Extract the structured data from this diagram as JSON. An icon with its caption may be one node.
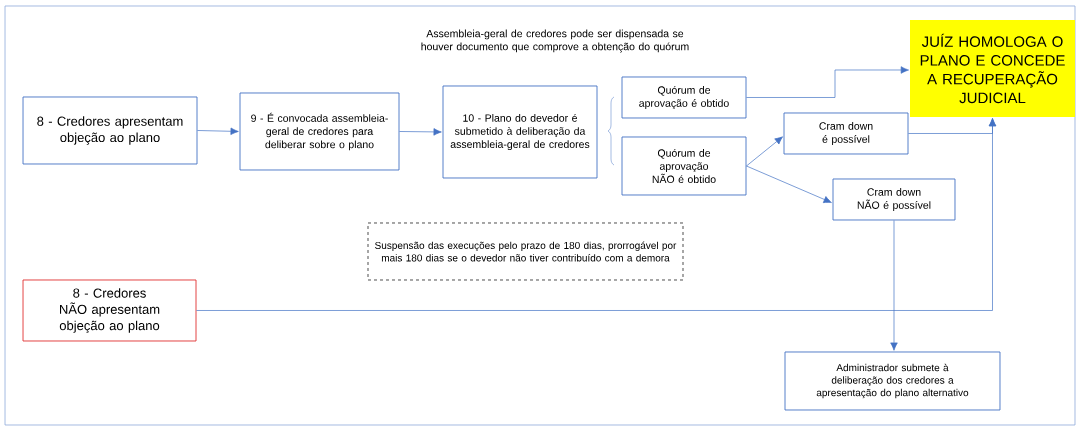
{
  "diagram": {
    "nodes": [
      {
        "text": [
          "8 - Credores apresentam objeção ao plano"
        ]
      },
      {
        "text": [
          "9 - É convocada assembleia-geral de credores para deliberar sobre o plano"
        ]
      },
      {
        "text": [
          "10 - Plano do devedor é submetido à deliberação da assembleia-geral de credores"
        ]
      },
      {
        "text": [
          "Quórum de aprovação é obtido"
        ]
      },
      {
        "text": [
          "Quórum de aprovação NÃO é obtido"
        ]
      },
      {
        "text": [
          "JUÍZ HOMOLOGA O PLANO E CONCEDE A RECUPERAÇÃO JUDICIAL"
        ]
      },
      {
        "text": [
          "Cram down é possível"
        ]
      },
      {
        "text": [
          "Cram down NÃO é possível"
        ]
      },
      {
        "text": [
          "Suspensão das execuções pelo prazo de 180 dias, prorrogável por mais 180 dias se o devedor não tiver contribuído com a demora"
        ]
      },
      {
        "text": [
          "8 - Credores NÃO apresentam objeção ao plano"
        ]
      },
      {
        "text": [
          "Administrador submete à deliberação dos credores a apresentação do plano alternativo"
        ]
      }
    ],
    "edges": [
      {
        "from": 0,
        "to": 1,
        "arrow": "to"
      },
      {
        "from": 1,
        "to": 2,
        "arrow": "to"
      },
      {
        "from": 3,
        "to": 5,
        "arrow": "to"
      },
      {
        "from": 4,
        "to": 6,
        "arrow": "to"
      },
      {
        "from": 4,
        "to": 7,
        "arrow": "to"
      },
      {
        "from": 6,
        "to": 5,
        "arrow": "to"
      },
      {
        "from": 9,
        "to": 5,
        "arrow": "to"
      },
      {
        "from": 7,
        "to": 10,
        "arrow": "to"
      }
    ],
    "labels": [
      "Assembleia-geral de credores pode ser dispensada se houver documento que comprove a obtenção do quórum"
    ]
  }
}
